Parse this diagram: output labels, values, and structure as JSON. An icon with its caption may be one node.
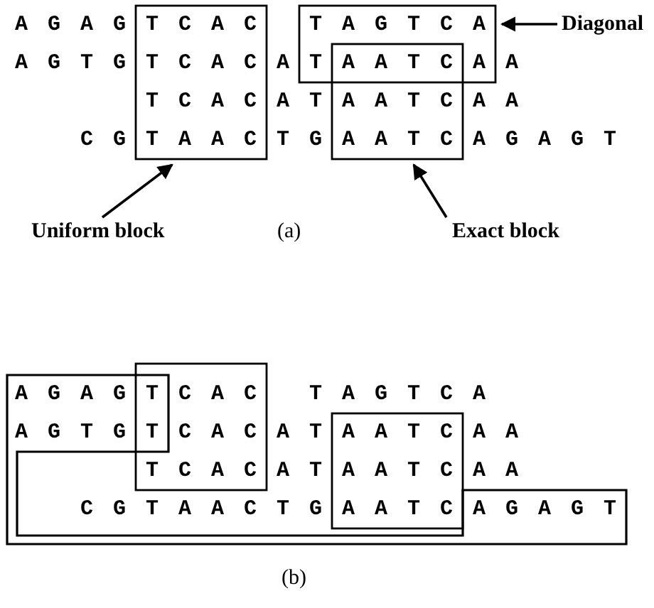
{
  "diagram": {
    "nodes": [
      {
        "text": [],
        "shape": "box"
      },
      {
        "text": [],
        "shape": "box"
      },
      {
        "text": [],
        "shape": "box"
      },
      {
        "text": [
          "Diagonal"
        ]
      },
      {
        "text": [
          "Uniform block"
        ]
      },
      {
        "text": [
          "Exact block"
        ]
      },
      {
        "text": [],
        "shape": "box"
      },
      {
        "text": [],
        "shape": "box"
      },
      {
        "text": [],
        "shape": "box"
      }
    ],
    "edges": [
      {
        "from": 3,
        "to": 1,
        "arrow": "to"
      },
      {
        "from": 4,
        "to": 0,
        "arrow": "to"
      },
      {
        "from": 5,
        "to": 2,
        "arrow": "to"
      }
    ],
    "labels": [
      "AGAGTCAC",
      "TAGTCA",
      "AGTGTCACATAATCAA",
      "TCACATAATCAA",
      "CGTAACTGAATCAGAGT",
      "(a)",
      "AGAGTCAC",
      "TAGTCA",
      "AGTGTCACATAATCAA",
      "TCACATAATCAA",
      "CGTAACTGAATCAGAGT",
      "(b)"
    ]
  }
}
